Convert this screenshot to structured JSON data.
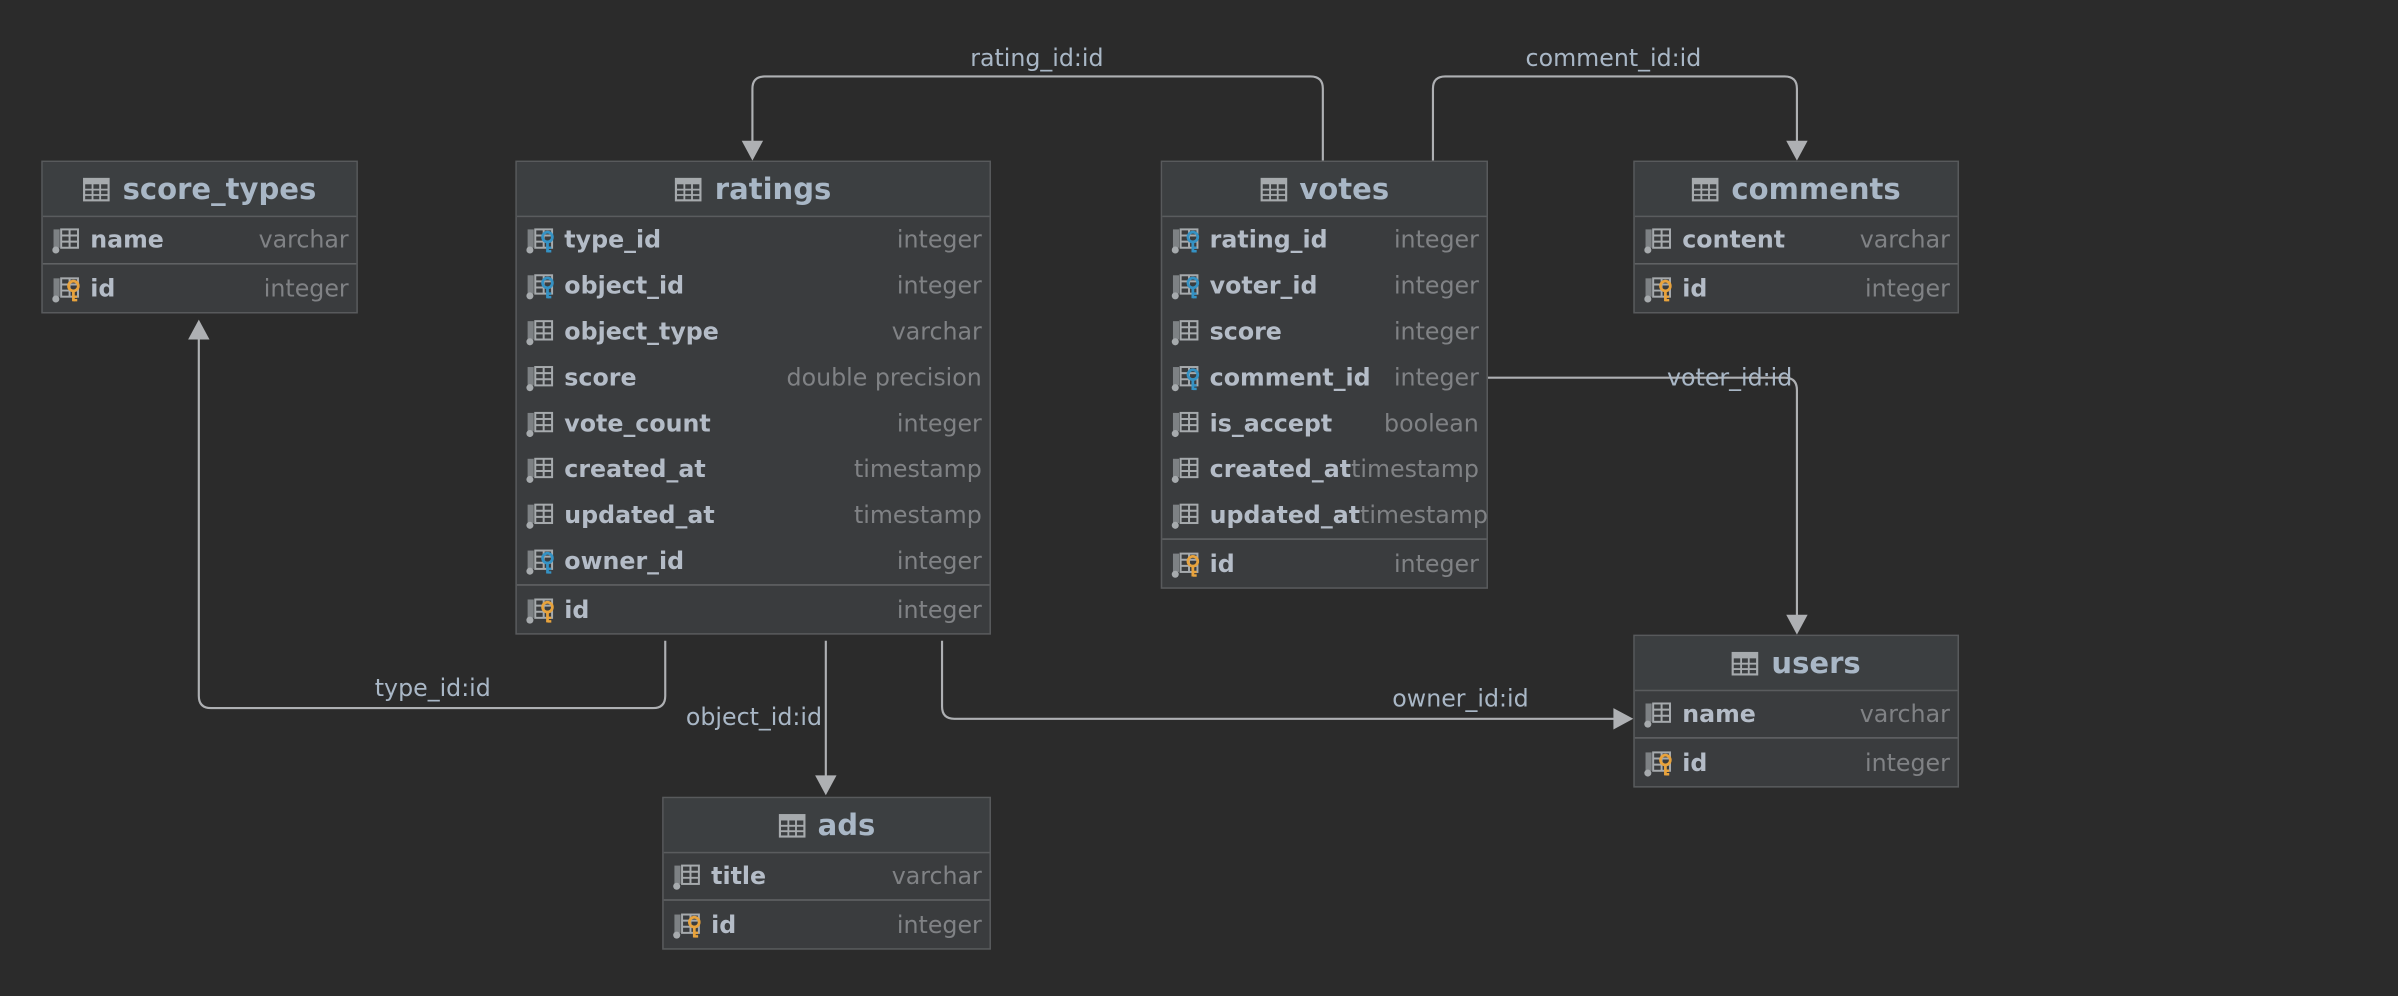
{
  "tables": {
    "score_types": {
      "name": "score_types",
      "columns": [
        {
          "name": "name",
          "type": "varchar",
          "icon": "column-icon"
        }
      ],
      "pk": {
        "name": "id",
        "type": "integer",
        "icon": "primary-key-icon"
      }
    },
    "ratings": {
      "name": "ratings",
      "columns": [
        {
          "name": "type_id",
          "type": "integer",
          "icon": "foreign-key-icon"
        },
        {
          "name": "object_id",
          "type": "integer",
          "icon": "foreign-key-icon"
        },
        {
          "name": "object_type",
          "type": "varchar",
          "icon": "column-icon"
        },
        {
          "name": "score",
          "type": "double precision",
          "icon": "column-icon"
        },
        {
          "name": "vote_count",
          "type": "integer",
          "icon": "column-icon"
        },
        {
          "name": "created_at",
          "type": "timestamp",
          "icon": "column-icon"
        },
        {
          "name": "updated_at",
          "type": "timestamp",
          "icon": "column-icon"
        },
        {
          "name": "owner_id",
          "type": "integer",
          "icon": "foreign-key-icon"
        }
      ],
      "pk": {
        "name": "id",
        "type": "integer",
        "icon": "primary-key-icon"
      }
    },
    "votes": {
      "name": "votes",
      "columns": [
        {
          "name": "rating_id",
          "type": "integer",
          "icon": "foreign-key-icon"
        },
        {
          "name": "voter_id",
          "type": "integer",
          "icon": "foreign-key-icon"
        },
        {
          "name": "score",
          "type": "integer",
          "icon": "column-icon"
        },
        {
          "name": "comment_id",
          "type": "integer",
          "icon": "foreign-key-icon"
        },
        {
          "name": "is_accept",
          "type": "boolean",
          "icon": "column-icon"
        },
        {
          "name": "created_at",
          "type": "timestamp",
          "icon": "column-icon"
        },
        {
          "name": "updated_at",
          "type": "timestamp",
          "icon": "column-icon"
        }
      ],
      "pk": {
        "name": "id",
        "type": "integer",
        "icon": "primary-key-icon"
      }
    },
    "comments": {
      "name": "comments",
      "columns": [
        {
          "name": "content",
          "type": "varchar",
          "icon": "column-icon"
        }
      ],
      "pk": {
        "name": "id",
        "type": "integer",
        "icon": "primary-key-icon"
      }
    },
    "users": {
      "name": "users",
      "columns": [
        {
          "name": "name",
          "type": "varchar",
          "icon": "column-icon"
        }
      ],
      "pk": {
        "name": "id",
        "type": "integer",
        "icon": "primary-key-icon"
      }
    },
    "ads": {
      "name": "ads",
      "columns": [
        {
          "name": "title",
          "type": "varchar",
          "icon": "column-icon"
        }
      ],
      "pk": {
        "name": "id",
        "type": "integer",
        "icon": "primary-key-icon"
      }
    }
  },
  "relations": [
    {
      "label": "rating_id:id",
      "from": "votes",
      "to": "ratings"
    },
    {
      "label": "comment_id:id",
      "from": "votes",
      "to": "comments"
    },
    {
      "label": "voter_id:id",
      "from": "votes",
      "to": "users"
    },
    {
      "label": "type_id:id",
      "from": "ratings",
      "to": "score_types"
    },
    {
      "label": "object_id:id",
      "from": "ratings",
      "to": "ads"
    },
    {
      "label": "owner_id:id",
      "from": "ratings",
      "to": "users"
    }
  ],
  "colors": {
    "background": "#2b2b2b",
    "table": "#3a3c3e",
    "line": "#aeb0b3",
    "fk": "#3592c4",
    "pk": "#e8a33d"
  }
}
